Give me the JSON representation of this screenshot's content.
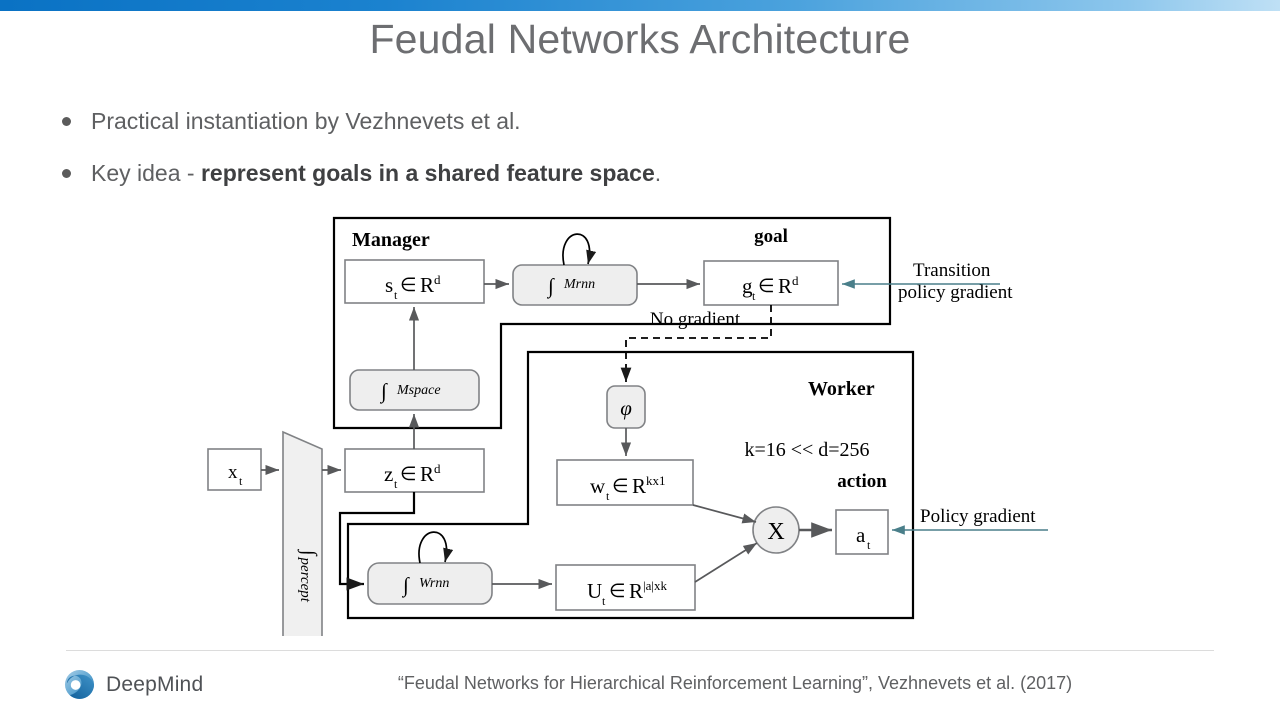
{
  "slide": {
    "title": "Feudal Networks Architecture",
    "bullets": [
      {
        "text_plain": "Practical instantiation by Vezhnevets et al.",
        "lead": "Practical instantiation by Vezhnevets et al.",
        "bold": "",
        "tail": ""
      },
      {
        "text_plain": "Key idea - represent goals in a shared feature space.",
        "lead": "Key idea - ",
        "bold": "represent goals in a shared feature space",
        "tail": "."
      }
    ]
  },
  "diagram": {
    "type": "architecture-block-diagram",
    "groups": [
      {
        "name": "manager",
        "label": "Manager"
      },
      {
        "name": "worker",
        "label": "Worker"
      }
    ],
    "nodes": {
      "input_x": {
        "label": "x",
        "sub": "t",
        "shape": "rect"
      },
      "f_percept": {
        "label": "f",
        "sup": "percept",
        "shape": "trapezoid"
      },
      "s_t": {
        "label": "s",
        "sub": "t",
        "rel": "∈",
        "space": "R",
        "sup": "d",
        "shape": "rect"
      },
      "f_mspace": {
        "label": "f",
        "sup": "Mspace",
        "shape": "rounded-rect"
      },
      "f_mrnn": {
        "label": "f",
        "sup": "Mrnn",
        "shape": "rounded-rect",
        "recurrent": true
      },
      "g_t": {
        "label": "g",
        "sub": "t",
        "rel": "∈",
        "space": "R",
        "sup": "d",
        "shape": "rect",
        "caption": "goal"
      },
      "phi": {
        "label": "φ",
        "shape": "rounded-rect"
      },
      "z_t": {
        "label": "z",
        "sub": "t",
        "rel": "∈",
        "space": "R",
        "sup": "d",
        "shape": "rect"
      },
      "w_t": {
        "label": "w",
        "sub": "t",
        "rel": "∈",
        "space": "R",
        "sup": "kx1",
        "shape": "rect"
      },
      "f_wrnn": {
        "label": "f",
        "sup": "Wrnn",
        "shape": "rounded-rect",
        "recurrent": true
      },
      "U_t": {
        "label": "U",
        "sub": "t",
        "rel": "∈",
        "space": "R",
        "sup": "|a|xk",
        "shape": "rect"
      },
      "multiply": {
        "label": "X",
        "shape": "circle"
      },
      "a_t": {
        "label": "a",
        "sub": "t",
        "shape": "rect",
        "caption": "action"
      }
    },
    "captions": {
      "goal": "goal",
      "action": "action"
    },
    "annotations": {
      "no_gradient": "No gradient",
      "dimensions": "k=16 << d=256",
      "transition_policy_gradient_line1": "Transition",
      "transition_policy_gradient_line2": "policy gradient",
      "policy_gradient": "Policy gradient"
    },
    "colors": {
      "node_fill": "#eeeeee",
      "node_stroke": "#808285",
      "edge": "#58595b",
      "gradient_arrow": "#4a7f8a",
      "group_stroke": "#000000"
    }
  },
  "footer": {
    "brand": "DeepMind",
    "caption": "“Feudal Networks for Hierarchical Reinforcement Learning”, Vezhnevets et al. (2017)"
  }
}
